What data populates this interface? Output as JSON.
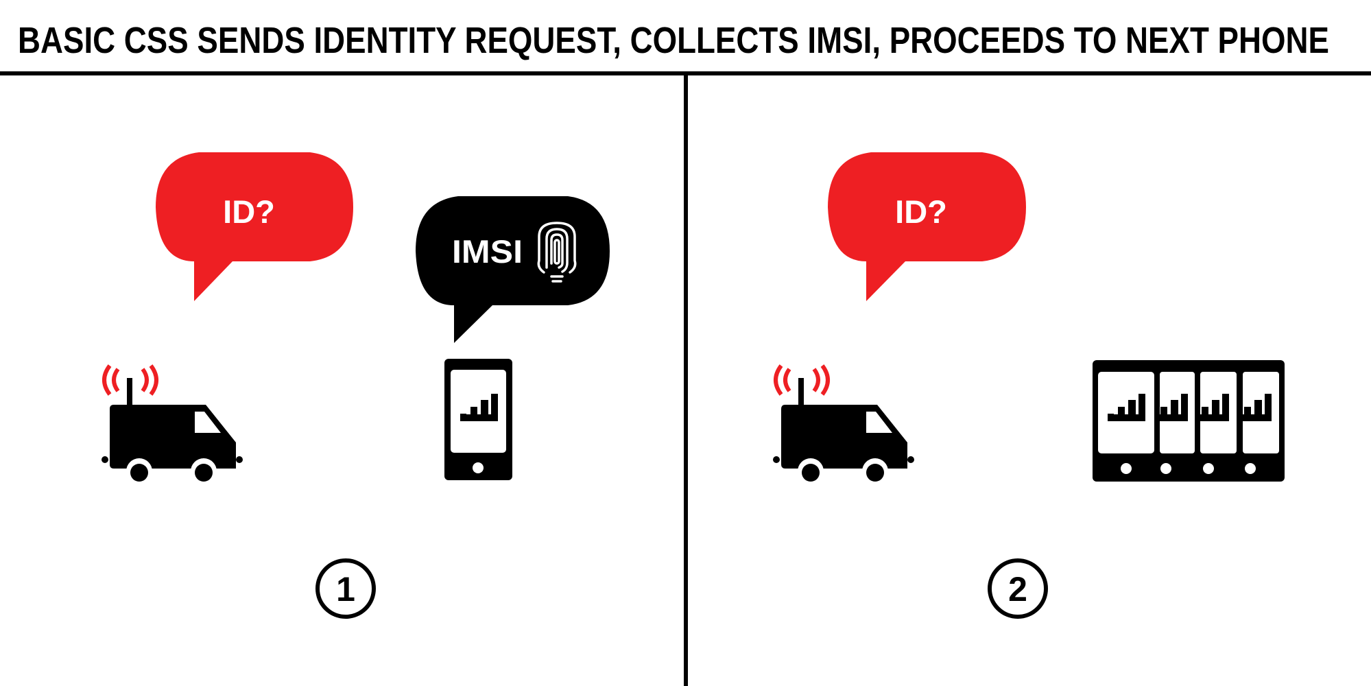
{
  "title": "BASIC CSS SENDS IDENTITY REQUEST, COLLECTS IMSI, PROCEEDS TO NEXT PHONE",
  "colors": {
    "accent": "#ee1f23",
    "ink": "#000000",
    "background": "#ffffff"
  },
  "panels": [
    {
      "step": "1",
      "request_bubble": {
        "text": "ID?",
        "color": "#ee1f23"
      },
      "response_bubble": {
        "text": "IMSI",
        "icon": "fingerprint-icon",
        "color": "#000000"
      },
      "icons": [
        "van-antenna-icon",
        "smartphone-icon"
      ]
    },
    {
      "step": "2",
      "request_bubble": {
        "text": "ID?",
        "color": "#ee1f23"
      },
      "icons": [
        "van-antenna-icon",
        "multiple-smartphones-icon"
      ]
    }
  ]
}
